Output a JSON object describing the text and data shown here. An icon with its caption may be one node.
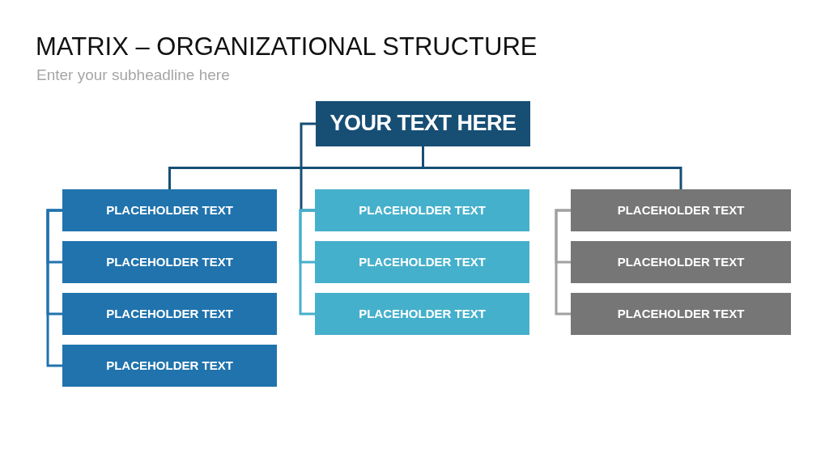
{
  "diagram": {
    "title": "MATRIX – ORGANIZATIONAL STRUCTURE",
    "nodes": [
      {
        "text": [
          "YOUR TEXT HERE"
        ]
      },
      {
        "text": [
          "PLACEHOLDER TEXT"
        ]
      },
      {
        "text": [
          "PLACEHOLDER TEXT"
        ]
      },
      {
        "text": [
          "PLACEHOLDER TEXT"
        ]
      },
      {
        "text": [
          "PLACEHOLDER TEXT"
        ]
      },
      {
        "text": [
          "PLACEHOLDER TEXT"
        ]
      },
      {
        "text": [
          "PLACEHOLDER TEXT"
        ]
      },
      {
        "text": [
          "PLACEHOLDER TEXT"
        ]
      },
      {
        "text": [
          "PLACEHOLDER TEXT"
        ]
      },
      {
        "text": [
          "PLACEHOLDER TEXT"
        ]
      },
      {
        "text": [
          "PLACEHOLDER TEXT"
        ]
      }
    ],
    "edges": [
      {
        "from": 0,
        "to": 1,
        "arrow": "none",
        "color": "#174e74"
      },
      {
        "from": 0,
        "to": 5,
        "arrow": "none",
        "color": "#174e74"
      },
      {
        "from": 0,
        "to": 8,
        "arrow": "none",
        "color": "#174e74"
      },
      {
        "from": 1,
        "to": 2,
        "arrow": "none",
        "color": "#2073ad"
      },
      {
        "from": 1,
        "to": 3,
        "arrow": "none",
        "color": "#2073ad"
      },
      {
        "from": 1,
        "to": 4,
        "arrow": "none",
        "color": "#2073ad"
      },
      {
        "from": 5,
        "to": 6,
        "arrow": "none",
        "color": "#45b0cb"
      },
      {
        "from": 5,
        "to": 7,
        "arrow": "none",
        "color": "#45b0cb"
      },
      {
        "from": 8,
        "to": 9,
        "arrow": "none",
        "color": "#a0a0a0"
      },
      {
        "from": 8,
        "to": 10,
        "arrow": "none",
        "color": "#a0a0a0"
      }
    ],
    "labels": [
      "Enter your subheadline here"
    ]
  }
}
